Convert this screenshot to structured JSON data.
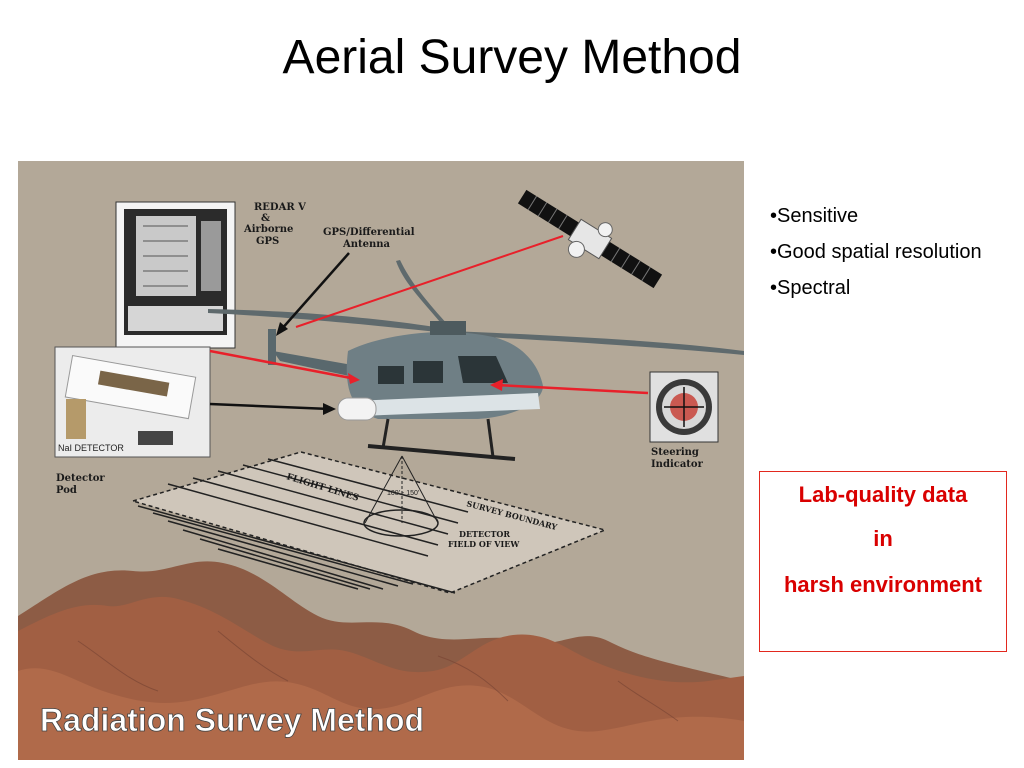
{
  "slide": {
    "title": "Aerial Survey Method",
    "bullets": [
      "•Sensitive",
      "•Good spatial resolution",
      "•Spectral"
    ],
    "callout": {
      "line1": "Lab-quality data",
      "line2": "in",
      "line3": "harsh environment",
      "color": "#d90000"
    }
  },
  "figure": {
    "caption": "Radiation Survey Method",
    "labels": {
      "redar": [
        "REDAR V",
        "&",
        "Airborne",
        "GPS"
      ],
      "gps_antenna": [
        "GPS/Differential",
        "Antenna"
      ],
      "nai_detector": "NaI DETECTOR",
      "detector_pod": [
        "Detector",
        "Pod"
      ],
      "steering": [
        "Steering",
        "Indicator"
      ],
      "flight_lines": "FLIGHT LINES",
      "survey_boundary": "SURVEY BOUNDARY",
      "detector_fov": [
        "DETECTOR",
        "FIELD OF VIEW"
      ],
      "altitude": "100' - 150'"
    },
    "colors": {
      "background": "#b3a898",
      "mountain_far": "#8d5c45",
      "mountain_near": "#a15f43",
      "arrow_red": "#e8202a"
    }
  }
}
